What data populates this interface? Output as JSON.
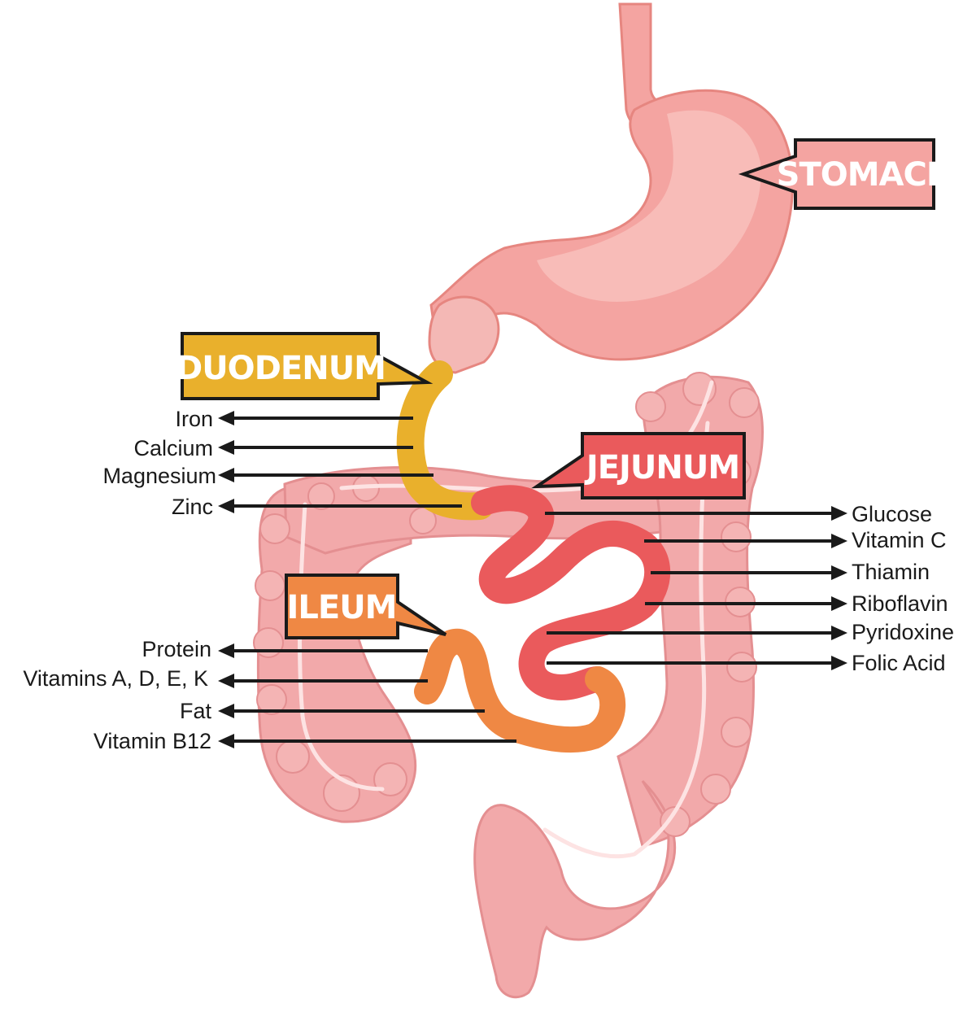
{
  "labels": {
    "stomach": "STOMACH",
    "duodenum": "DUODENUM",
    "jejunum": "JEJUNUM",
    "ileum": "ILEUM"
  },
  "duodenum_nutrients": [
    "Iron",
    "Calcium",
    "Magnesium",
    "Zinc"
  ],
  "jejunum_nutrients": [
    "Glucose",
    "Vitamin C",
    "Thiamin",
    "Riboflavin",
    "Pyridoxine",
    "Folic Acid"
  ],
  "ileum_nutrients": [
    "Protein",
    "Vitamins A, D, E, K",
    "Fat",
    "Vitamin B12"
  ],
  "colors": {
    "stomach": "#f4a4a1",
    "stomach_dark": "#e68680",
    "colon": "#f2a9aa",
    "colon_dark": "#e48f91",
    "duodenum": "#e9b02c",
    "jejunum": "#ea5a5c",
    "ileum": "#ef8844",
    "arrow": "#1a1a1a"
  }
}
